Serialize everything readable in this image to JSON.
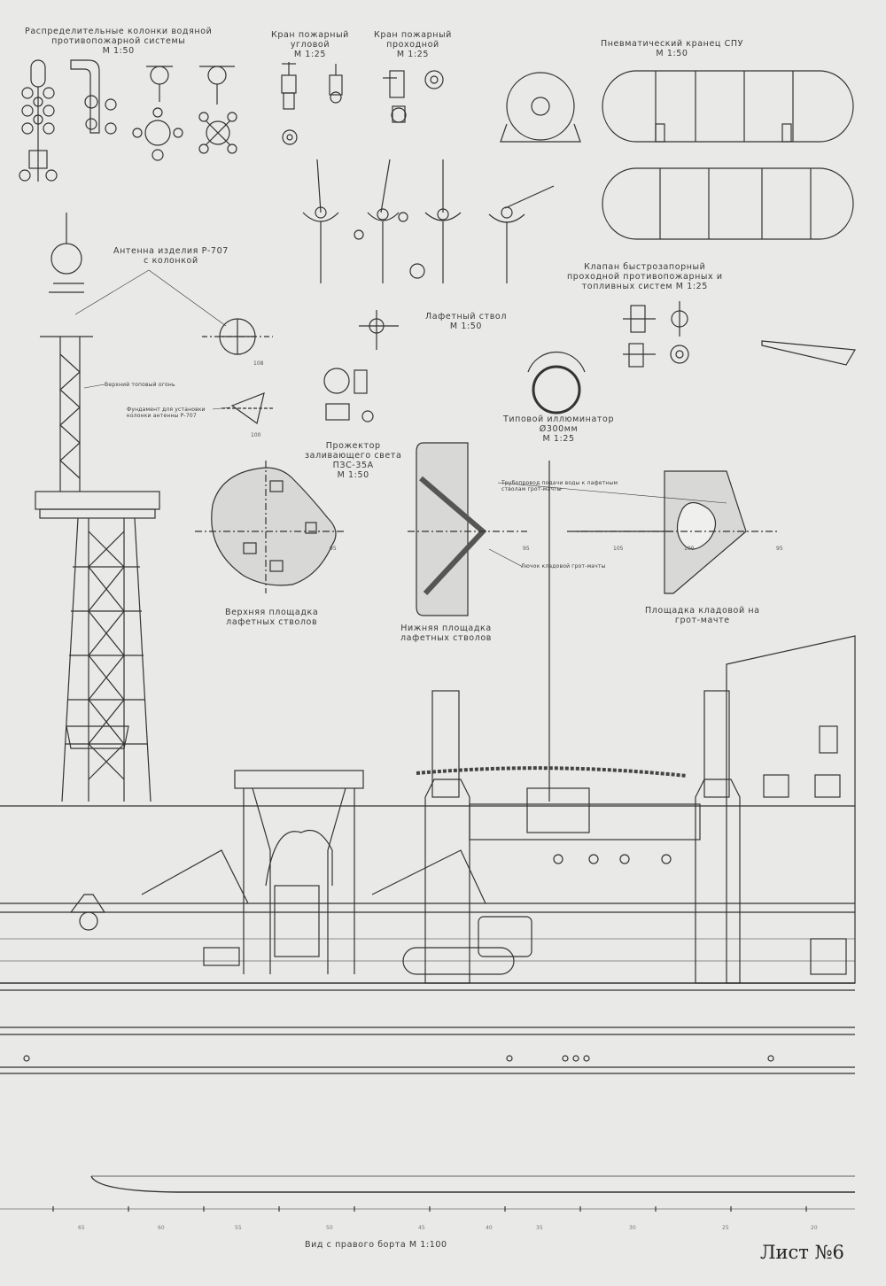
{
  "sheet_number": "Лист №6",
  "labels": {
    "dist_columns": [
      "Распределительные колонки водяной",
      "противопожарной системы",
      "М 1:50"
    ],
    "hydrant_angle": [
      "Кран пожарный",
      "угловой",
      "М 1:25"
    ],
    "hydrant_pass": [
      "Кран пожарный",
      "проходной",
      "М 1:25"
    ],
    "fender": [
      "Пневматический кранец СПУ",
      "М 1:50"
    ],
    "antenna": [
      "Антенна изделия Р-707",
      "с колонкой"
    ],
    "valve": [
      "Клапан быстрозапорный",
      "проходной противопожарных и",
      "топливных систем М 1:25"
    ],
    "monitor": [
      "Лафетный ствол",
      "М 1:50"
    ],
    "top_light": "Верхний топовый огонь",
    "antenna_base": [
      "Фундамент для установки",
      "колонки антенны Р-707"
    ],
    "illuminator": [
      "Типовой иллюминатор",
      "Ø300мм",
      "М 1:25"
    ],
    "searchlight": [
      "Прожектор",
      "заливающего света",
      "ПЗС-35А",
      "М 1:50"
    ],
    "upper_platform": [
      "Верхняя площадка",
      "лафетных стволов"
    ],
    "lower_platform": [
      "Нижняя площадка",
      "лафетных стволов"
    ],
    "storeroom_platform": [
      "Площадка кладовой на",
      "грот-мачте"
    ],
    "pipeline_note": [
      "Трубопровод подачи воды к лафетным",
      "стволам грот-мачты"
    ],
    "hatch_note": "Лючок кладовой грот-мачты",
    "side_view": "Вид с правого борта М 1:100"
  },
  "dimensions": {
    "d108": "108",
    "d100": "100",
    "d95a": "95",
    "d95b": "95",
    "d95c": "95",
    "d105": "105",
    "d100b": "100"
  },
  "frames": [
    "65",
    "60",
    "55",
    "50",
    "45",
    "40",
    "35",
    "30",
    "25",
    "20"
  ]
}
